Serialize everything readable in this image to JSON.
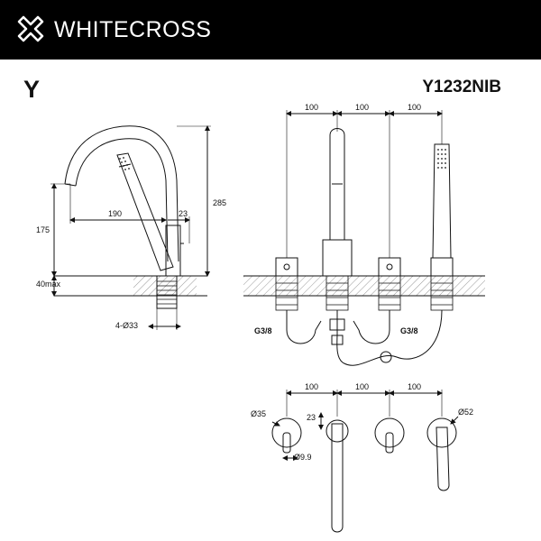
{
  "header": {
    "brand": "WHITECROSS",
    "logo_icon": "x-cross-logo-icon",
    "background": "#000000"
  },
  "title": {
    "series": "Y",
    "model": "Y1232NIB"
  },
  "side_view": {
    "height_total": "285",
    "spout_reach": "190",
    "spout_offset": "23",
    "height_spout": "175",
    "deck_thickness": "40max",
    "hole_diameter": "4-Ø33"
  },
  "front_view": {
    "spacing_1": "100",
    "spacing_2": "100",
    "spacing_3": "100",
    "thread_left": "G3/8",
    "thread_right": "G3/8"
  },
  "top_view": {
    "spacing_1": "100",
    "spacing_2": "100",
    "spacing_3": "100",
    "knob_diameter": "Ø35",
    "lever_diameter": "Ø9.9",
    "spout_offset": "23",
    "shower_diameter": "Ø52"
  }
}
